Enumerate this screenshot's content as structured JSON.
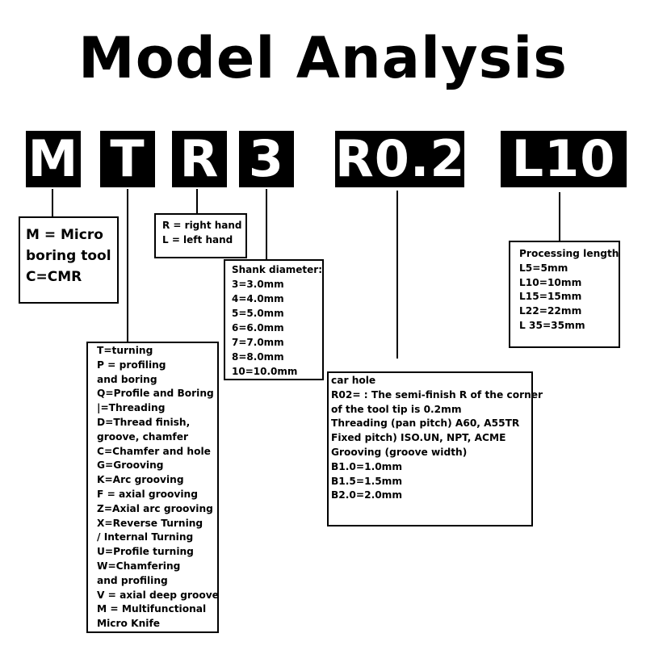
{
  "title": "Model Analysis",
  "codes": [
    "M",
    "T",
    "R",
    "3",
    "R0.2",
    "L10"
  ],
  "boxes": {
    "m": [
      "M = Micro",
      "boring tool",
      "C=CMR"
    ],
    "r": [
      "R = right hand",
      "L = left hand"
    ],
    "shank": [
      "Shank diameter:",
      "3=3.0mm",
      "4=4.0mm",
      "5=5.0mm",
      "6=6.0mm",
      "7=7.0mm",
      "8=8.0mm",
      "10=10.0mm"
    ],
    "t": [
      "T=turning",
      "P = profiling",
      "and boring",
      "Q=Profile and Boring",
      "|=Threading",
      "D=Thread finish,",
      "groove, chamfer",
      "C=Chamfer and hole",
      "G=Grooving",
      "K=Arc grooving",
      "F = axial grooving",
      "Z=Axial arc grooving",
      "X=Reverse Turning",
      " / Internal Turning",
      "U=Profile turning",
      "W=Chamfering",
      "and profiling",
      "V = axial deep groove",
      "M = Multifunctional",
      " Micro Knife"
    ],
    "r02": [
      "car hole",
      "R02= : The semi-finish R of the corner",
      "of the tool tip is 0.2mm",
      "Threading (pan pitch) A60, A55TR",
      "Fixed pitch) ISO.UN, NPT, ACME",
      "Grooving (groove width)",
      "B1.0=1.0mm",
      "B1.5=1.5mm",
      "B2.0=2.0mm"
    ],
    "l": [
      "Processing length",
      "L5=5mm",
      "L10=10mm",
      "L15=15mm",
      "L22=22mm",
      "L 35=35mm"
    ]
  }
}
